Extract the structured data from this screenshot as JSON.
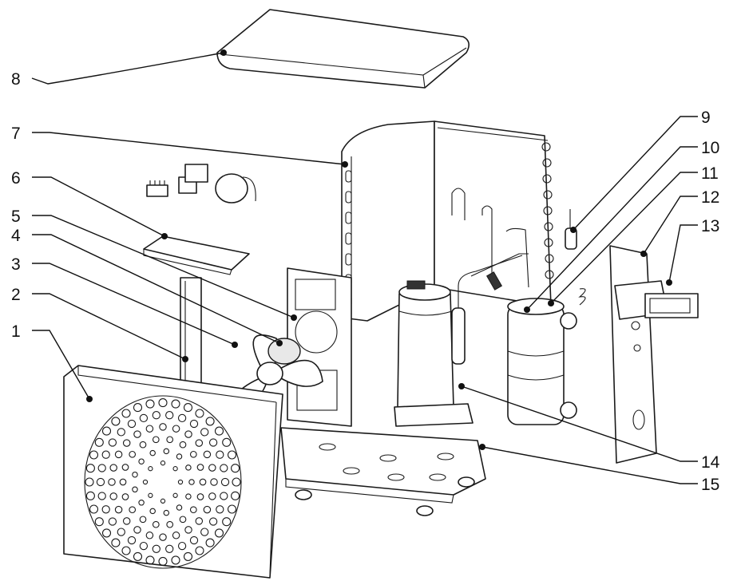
{
  "diagram": {
    "colors": {
      "line": "#1a1a1a",
      "fill": "#ffffff",
      "accent": "#e8e8e8"
    },
    "callouts": [
      {
        "id": "1",
        "text": "1"
      },
      {
        "id": "2",
        "text": "2"
      },
      {
        "id": "3",
        "text": "3"
      },
      {
        "id": "4",
        "text": "4"
      },
      {
        "id": "5",
        "text": "5"
      },
      {
        "id": "6",
        "text": "6"
      },
      {
        "id": "7",
        "text": "7"
      },
      {
        "id": "8",
        "text": "8"
      },
      {
        "id": "9",
        "text": "9"
      },
      {
        "id": "10",
        "text": "10"
      },
      {
        "id": "11",
        "text": "11"
      },
      {
        "id": "12",
        "text": "12"
      },
      {
        "id": "13",
        "text": "13"
      },
      {
        "id": "14",
        "text": "14"
      },
      {
        "id": "15",
        "text": "15"
      }
    ]
  }
}
